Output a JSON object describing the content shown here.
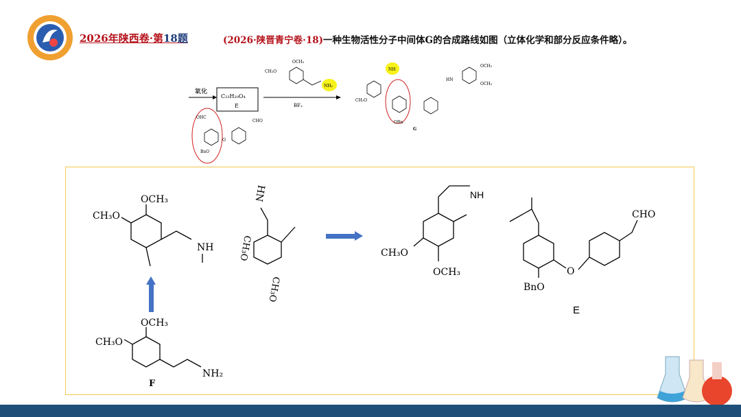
{
  "header": {
    "title_main": "2026年陕西卷·第",
    "title_number": "18",
    "title_suffix": "题",
    "question_source": "(2026·陕晋青宁卷·18)",
    "question_text": "一种生物活性分子中间体G的合成路线如图（立体化学和部分反应条件略）。"
  },
  "scheme": {
    "oxidation_label": "氧化",
    "formula_E": "C₂₃H₂₀O₄",
    "box_label": "E",
    "reagent": "BF₃",
    "small_labels": {
      "och3": "OCH₃",
      "ch3o": "CH₃O",
      "nh2": "NH₂",
      "nh": "NH",
      "hn": "HN",
      "obn": "OBn",
      "bno": "BnO",
      "ohc": "OHC",
      "cho": "CHO",
      "o": "O",
      "g": "G"
    }
  },
  "analysis": {
    "mol1": {
      "och3": "OCH₃",
      "ch3o": "CH₃O",
      "nh": "NH"
    },
    "mol2": {
      "hn": "HN",
      "ch3o_a": "CH₃O",
      "ch3o_b": "CH₃O"
    },
    "mol3": {
      "nh": "NH",
      "ch3o": "CH₃O",
      "och3": "OCH₃"
    },
    "mol4": {
      "cho": "CHO",
      "o": "O",
      "bno": "BnO",
      "label": "E"
    },
    "molF": {
      "och3": "OCH₃",
      "ch3o": "CH₃O",
      "nh2": "NH₂",
      "label": "F"
    }
  },
  "colors": {
    "title_red": "#b5121b",
    "title_blue": "#1f3d7a",
    "frame_yellow": "#f2c94c",
    "arrow_blue": "#4472c4",
    "bottom_bar": "#1f4e79",
    "highlight_yellow": "#f7f21a"
  }
}
